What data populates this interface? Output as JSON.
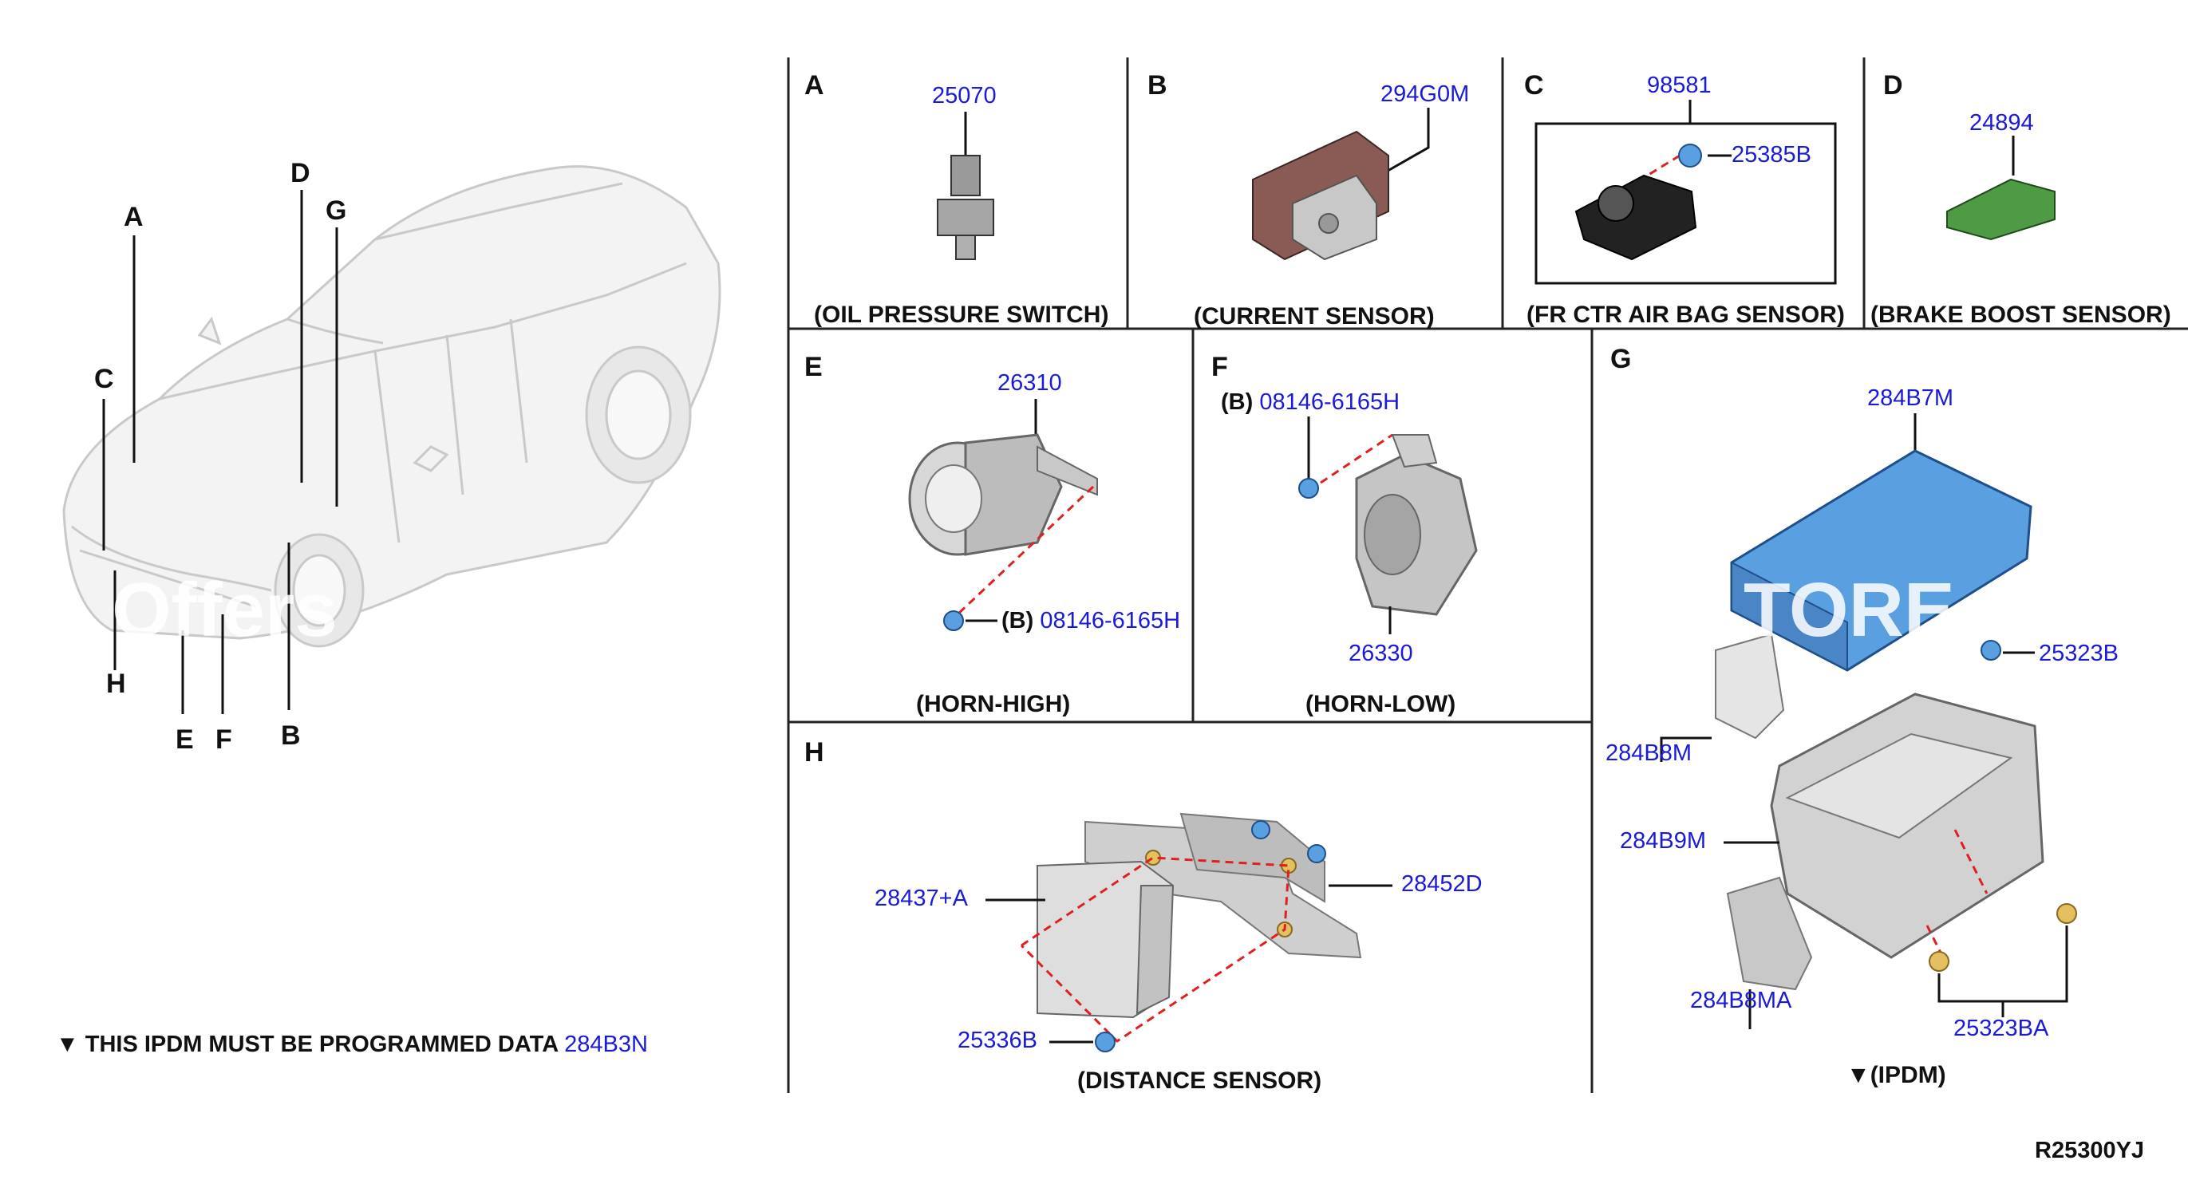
{
  "car_letters": [
    "A",
    "B",
    "C",
    "D",
    "E",
    "F",
    "G",
    "H"
  ],
  "note": {
    "prefix": "▼ THIS IPDM MUST BE PROGRAMMED DATA",
    "part": "284B3N"
  },
  "code": "R25300YJ",
  "watermark": {
    "left": "Offers",
    "right": "TORE"
  },
  "panels": {
    "A": {
      "letter": "A",
      "caption": "(OIL PRESSURE SWITCH)",
      "parts": [
        "25070"
      ]
    },
    "B": {
      "letter": "B",
      "caption": "(CURRENT SENSOR)",
      "parts": [
        "294G0M"
      ]
    },
    "C": {
      "letter": "C",
      "caption": "(FR CTR AIR BAG SENSOR)",
      "parts": [
        "98581",
        "25385B"
      ]
    },
    "D": {
      "letter": "D",
      "caption": "(BRAKE BOOST SENSOR)",
      "parts": [
        "24894"
      ]
    },
    "E": {
      "letter": "E",
      "caption": "(HORN-HIGH)",
      "parts": [
        "26310",
        "08146-6165H"
      ],
      "ref": "(B)"
    },
    "F": {
      "letter": "F",
      "caption": "(HORN-LOW)",
      "parts": [
        "08146-6165H",
        "26330"
      ],
      "ref": "(B)"
    },
    "G": {
      "letter": "G",
      "caption": "▼(IPDM)",
      "parts": [
        "284B7M",
        "25323B",
        "284B8M",
        "284B9M",
        "284B8MA",
        "25323BA"
      ]
    },
    "H": {
      "letter": "H",
      "caption": "(DISTANCE SENSOR)",
      "parts": [
        "28437+A",
        "28452D",
        "25336B"
      ]
    }
  },
  "colors": {
    "part_number": "#1a1ad9",
    "ipdm_cover": "#5a9fe0",
    "brake_sensor": "#4f9a45",
    "current_sensor": "#8a5a55",
    "leader_dash": "#e02020"
  }
}
